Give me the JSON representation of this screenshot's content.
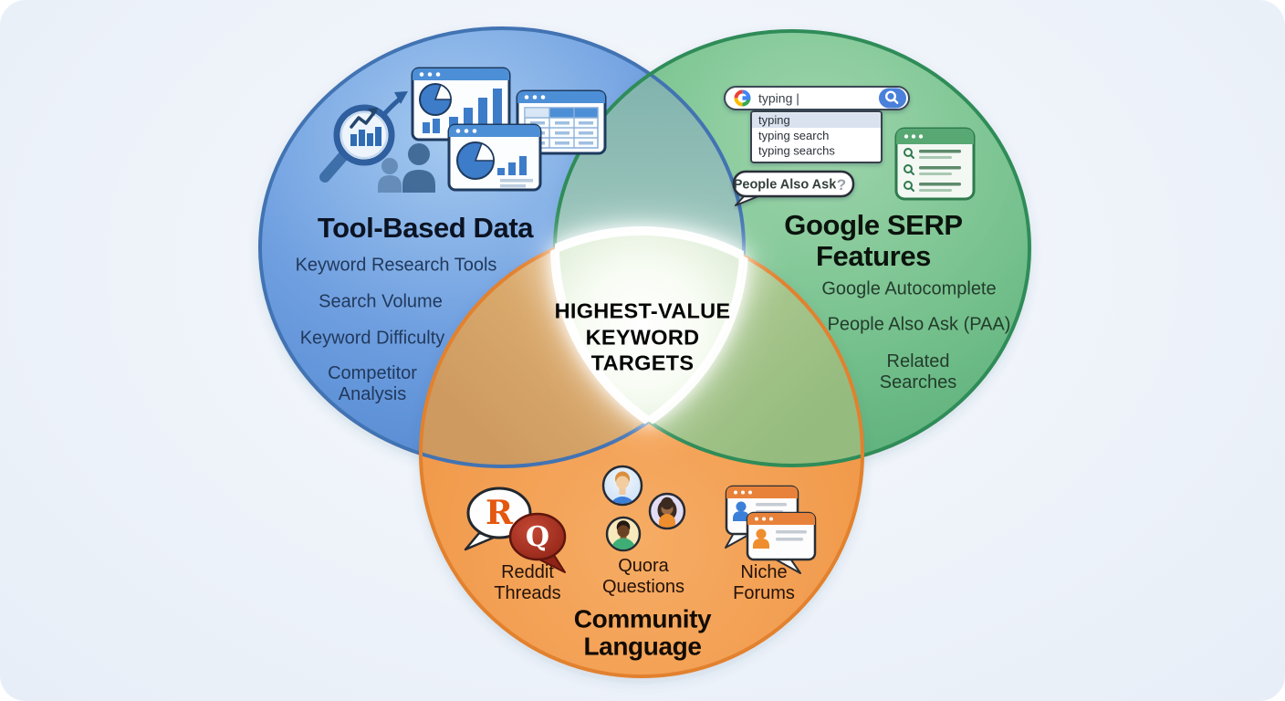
{
  "diagram": {
    "type": "venn-3",
    "subject": "keyword research sources"
  },
  "center": {
    "label": "HIGHEST-VALUE\nKEYWORD\nTARGETS"
  },
  "tool": {
    "title": "Tool-Based Data",
    "items": [
      "Keyword Research Tools",
      "Search Volume",
      "Keyword Difficulty",
      "Competitor\nAnalysis"
    ]
  },
  "serp": {
    "title": "Google SERP\nFeatures",
    "items": [
      "Google Autocomplete",
      "People Also Ask (PAA)",
      "Related\nSearches"
    ]
  },
  "community": {
    "title": "Community\nLanguage",
    "items": [
      "Reddit\nThreads",
      "Quora\nQuestions",
      "Niche\nForums"
    ]
  },
  "mock": {
    "search": {
      "query": "typing |",
      "suggestions": [
        "typing",
        "typing search",
        "typing searchs"
      ]
    },
    "paa": {
      "label": "People Also Ask",
      "mark": "?"
    },
    "reddit_letter": "R",
    "quora_letter": "Q"
  },
  "icons": {
    "tool_cluster": [
      "magnifier-chart-icon",
      "trend-arrow-icon",
      "analytics-window-icon",
      "table-window-icon",
      "pie-window-icon",
      "users-silhouette-icon"
    ],
    "serp_cluster": [
      "google-logo-icon",
      "search-icon",
      "autocomplete-dropdown",
      "question-icon",
      "serp-list-panel"
    ],
    "community_cluster": [
      "reddit-bubble-icon",
      "quora-bubble-icon",
      "avatar-icon",
      "forum-windows-icon"
    ]
  },
  "colors": {
    "background": "#EDF3FA",
    "tool_fill": "#6FA0DF",
    "tool_stroke": "#4273B2",
    "serp_fill": "#7CC492",
    "serp_stroke": "#2F8C58",
    "community_fill": "#F29A4C",
    "community_stroke": "#E2812E",
    "overlap_tool_serp": "#9AC3BA",
    "overlap_tool_community": "#D9A96C",
    "overlap_serp_community": "#A3C489",
    "center_fill": "#FFFFFF",
    "google_blue": "#4285F4",
    "google_red": "#EA4335",
    "google_yellow": "#FBBC05",
    "google_green": "#34A853",
    "reddit_orange": "#E4570F",
    "quora_red": "#8E2317"
  }
}
